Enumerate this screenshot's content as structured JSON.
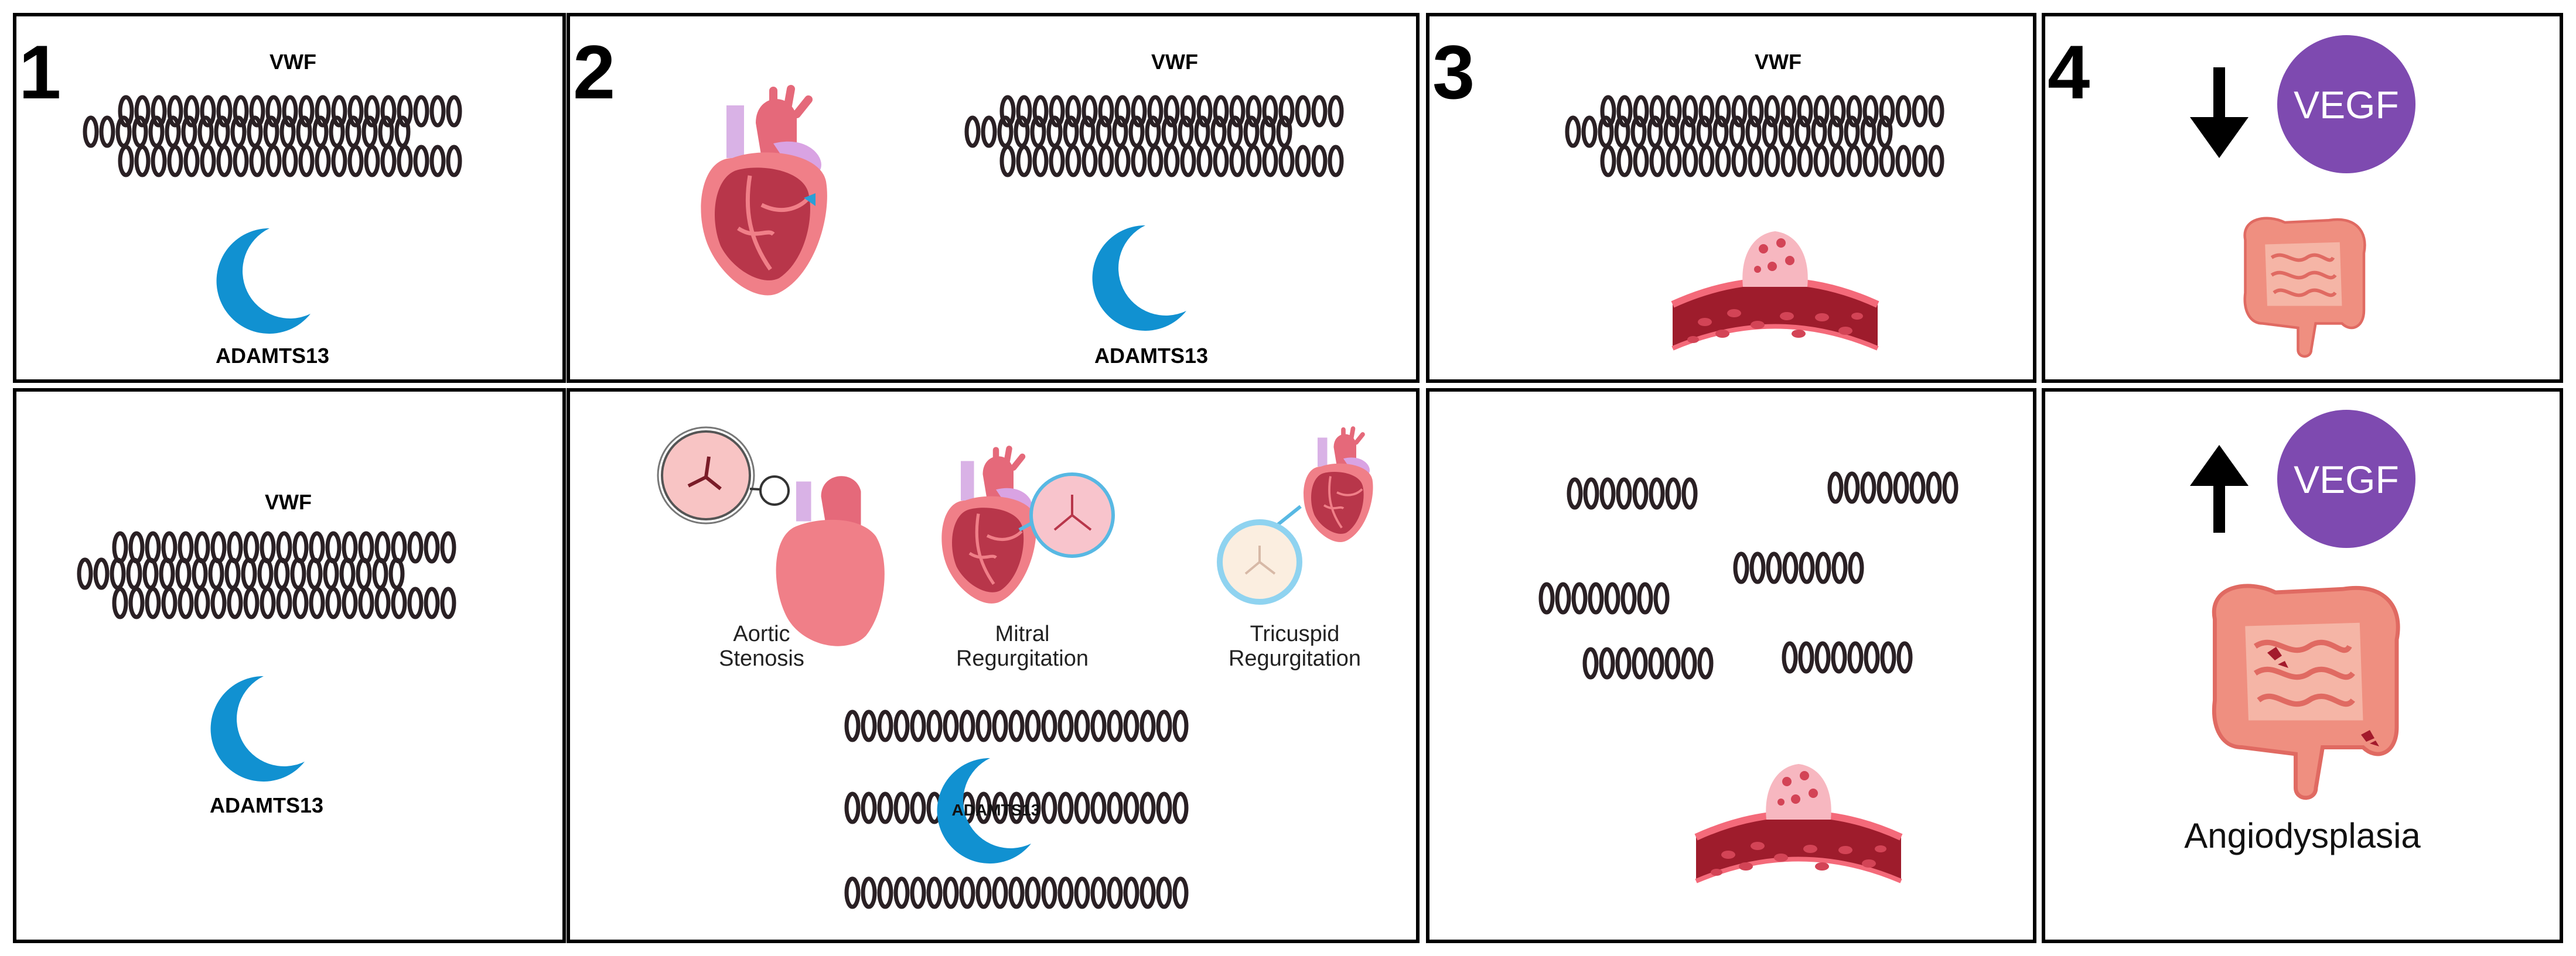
{
  "panels": {
    "p1": {
      "number": "1",
      "top_label": "VWF",
      "top_enzyme": "ADAMTS13",
      "bottom_label": "VWF",
      "bottom_enzyme": "ADAMTS13"
    },
    "p2": {
      "number": "2",
      "top_label": "VWF",
      "top_enzyme": "ADAMTS13",
      "conditions": [
        {
          "line1": "Aortic",
          "line2": "Stenosis"
        },
        {
          "line1": "Mitral",
          "line2": "Regurgitation"
        },
        {
          "line1": "Tricuspid",
          "line2": "Regurgitation"
        }
      ],
      "bottom_enzyme": "ADAMTS13"
    },
    "p3": {
      "number": "3",
      "top_label": "VWF"
    },
    "p4": {
      "number": "4",
      "top_marker": "VEGF",
      "bottom_marker": "VEGF",
      "bottom_caption": "Angiodysplasia"
    }
  },
  "colors": {
    "border": "#000000",
    "coil": "#2a2024",
    "enzyme": "#1191d1",
    "vegf_circle": "#7e4ab0",
    "heart": "#f07f88",
    "heart_dark": "#b8364a",
    "vessel": "#9e1c2c",
    "intestine": "#ef8f80"
  }
}
